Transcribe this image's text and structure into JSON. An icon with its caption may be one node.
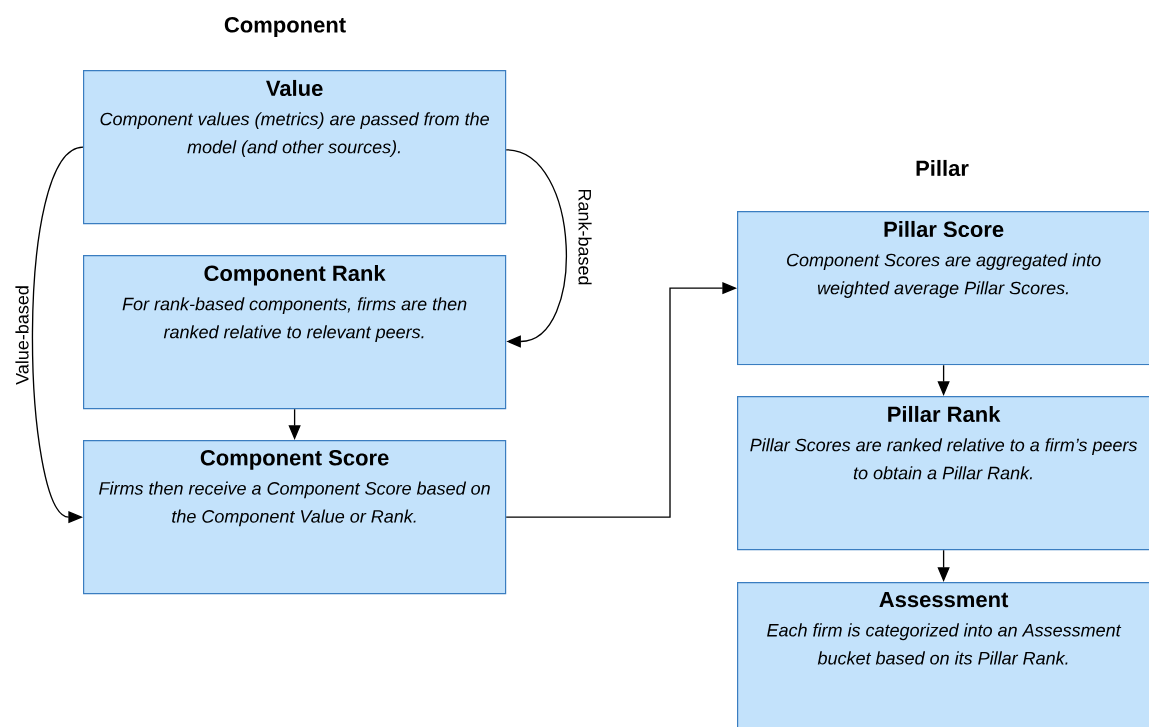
{
  "diagram": {
    "nodes": [
      {
        "text": [
          "Value",
          "Component values (metrics) are passed from the model (and other sources)."
        ]
      },
      {
        "text": [
          "Component Rank",
          "For rank-based components, firms are then ranked relative to relevant peers."
        ]
      },
      {
        "text": [
          "Component Score",
          "Firms then receive a Component Score based on the Component Value or Rank."
        ]
      },
      {
        "text": [
          "Pillar Score",
          "Component Scores are aggregated into weighted average Pillar Scores."
        ]
      },
      {
        "text": [
          "Pillar Rank",
          "Pillar Scores are ranked relative to a firm’s peers to obtain a Pillar Rank."
        ]
      },
      {
        "text": [
          "Assessment",
          "Each firm is categorized into an Assessment bucket based on its Pillar Rank."
        ]
      }
    ],
    "edges": [
      {
        "from": 0,
        "to": 1,
        "arrow": "to",
        "label": "Rank-based"
      },
      {
        "from": 0,
        "to": 2,
        "arrow": "to",
        "label": "Value-based"
      },
      {
        "from": 1,
        "to": 2,
        "arrow": "to"
      },
      {
        "from": 2,
        "to": 3,
        "arrow": "to"
      },
      {
        "from": 3,
        "to": 4,
        "arrow": "to"
      },
      {
        "from": 4,
        "to": 5,
        "arrow": "to"
      }
    ],
    "labels": [
      "Component",
      "Pillar"
    ]
  }
}
